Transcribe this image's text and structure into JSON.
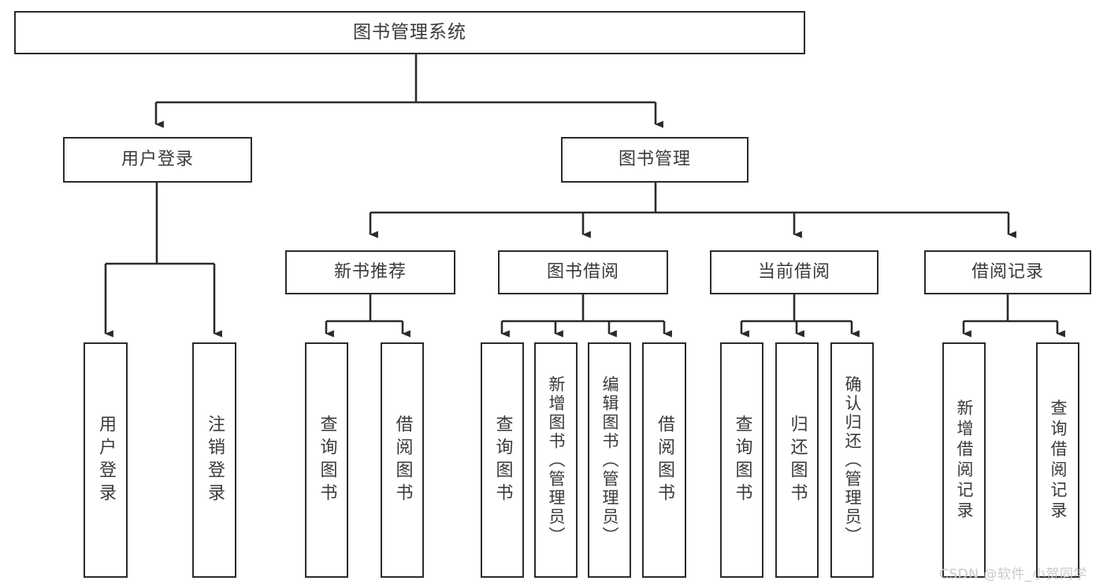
{
  "diagram": {
    "title": "图书管理系统",
    "type": "hierarchy-tree",
    "stroke_color": "#2b2b2b",
    "text_color": "#3a3a3a",
    "background": "#ffffff",
    "root": {
      "label": "图书管理系统"
    },
    "level2": [
      {
        "label": "用户登录"
      },
      {
        "label": "图书管理"
      }
    ],
    "level3": [
      {
        "label": "新书推荐"
      },
      {
        "label": "图书借阅"
      },
      {
        "label": "当前借阅"
      },
      {
        "label": "借阅记录"
      }
    ],
    "leaves": {
      "user_login": [
        {
          "label": "用户登录"
        },
        {
          "label": "注销登录"
        }
      ],
      "new_book": [
        {
          "label": "查询图书"
        },
        {
          "label": "借阅图书"
        }
      ],
      "borrow_book": [
        {
          "label": "查询图书"
        },
        {
          "label": "新增图书（管理员）"
        },
        {
          "label": "编辑图书（管理员）"
        },
        {
          "label": "借阅图书"
        }
      ],
      "current_borrow": [
        {
          "label": "查询图书"
        },
        {
          "label": "归还图书"
        },
        {
          "label": "确认归还（管理员）"
        }
      ],
      "borrow_record": [
        {
          "label": "新增借阅记录"
        },
        {
          "label": "查询借阅记录"
        }
      ]
    }
  },
  "watermark": {
    "text": "CSDN @软件_小贺同学"
  }
}
